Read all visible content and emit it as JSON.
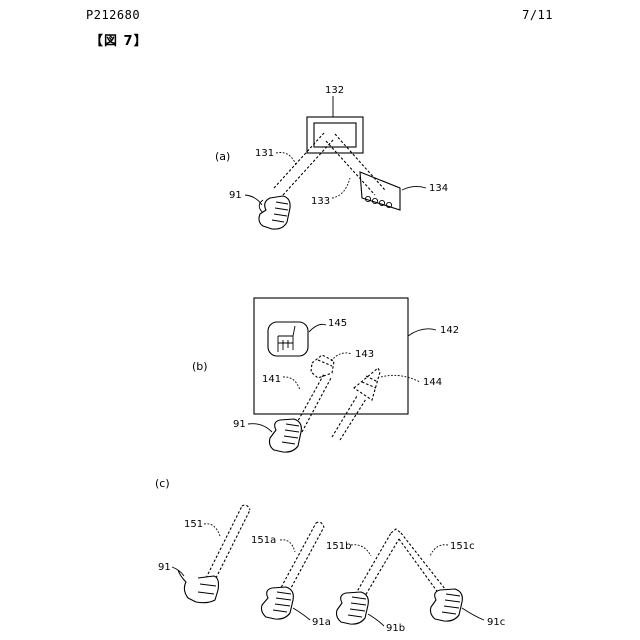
{
  "header": {
    "doc_id": "P212680",
    "page_number": "7/11"
  },
  "figure": {
    "label": "【図 7】",
    "parts": {
      "a": {
        "caption": "(a)",
        "refs": {
          "r132": "132",
          "r131": "131",
          "r133": "133",
          "r134": "134",
          "r91": "91"
        }
      },
      "b": {
        "caption": "(b)",
        "refs": {
          "r142": "142",
          "r145": "145",
          "r143": "143",
          "r141": "141",
          "r144": "144",
          "r91": "91"
        }
      },
      "c": {
        "caption": "(c)",
        "refs": {
          "r151": "151",
          "r91": "91",
          "r151a": "151a",
          "r91a": "91a",
          "r151b": "151b",
          "r91b": "91b",
          "r151c": "151c",
          "r91c": "91c"
        }
      }
    }
  }
}
